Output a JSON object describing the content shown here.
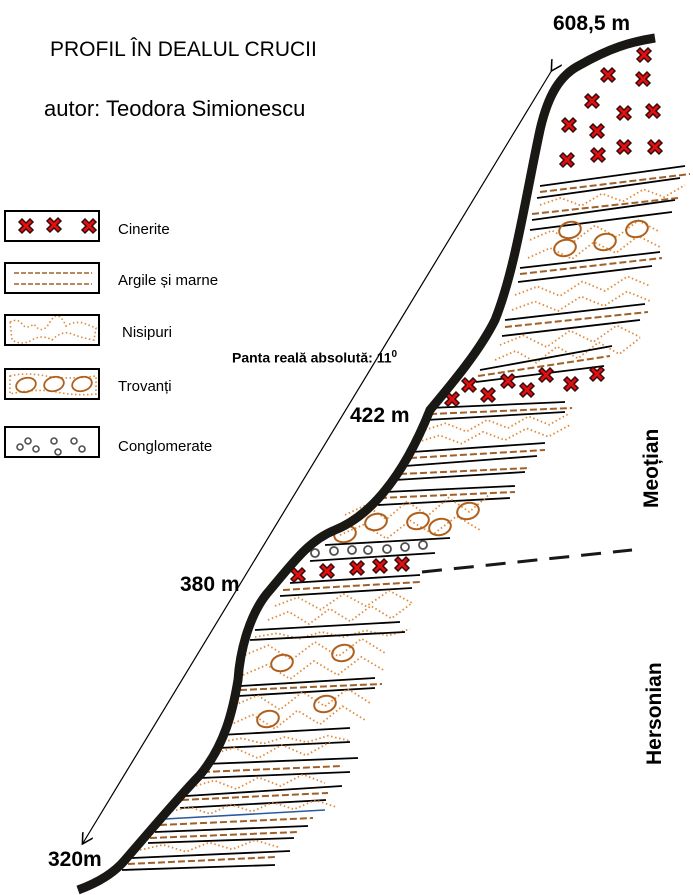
{
  "figure": {
    "title": "PROFIL ÎN DEALUL CRUCII",
    "author": "autor: Teodora Simionescu"
  },
  "legend": {
    "items": [
      {
        "label": "Cinerite",
        "symbol": "cinerite"
      },
      {
        "label": "Argile și marne",
        "symbol": "argile"
      },
      {
        "label": "Nisipuri",
        "symbol": "nisipuri"
      },
      {
        "label": "Trovanți",
        "symbol": "trovanti"
      },
      {
        "label": "Conglomerate",
        "symbol": "conglomerate"
      }
    ]
  },
  "labels": {
    "top_altitude": "608,5 m",
    "alt_422": "422 m",
    "alt_380": "380 m",
    "bottom_altitude": "320m",
    "slope_text": "Panta reală  absolută:  11",
    "slope_superscript": "0",
    "stage_upper": "Meoțian",
    "stage_lower": "Hersonian"
  },
  "colors": {
    "profile_line": "#1a1814",
    "cinerite_fill": "#e01010",
    "argile": "#a0602a",
    "nisipuri": "#e08a3a",
    "trovanti": "#b0601e",
    "conglomerate": "#505050"
  }
}
